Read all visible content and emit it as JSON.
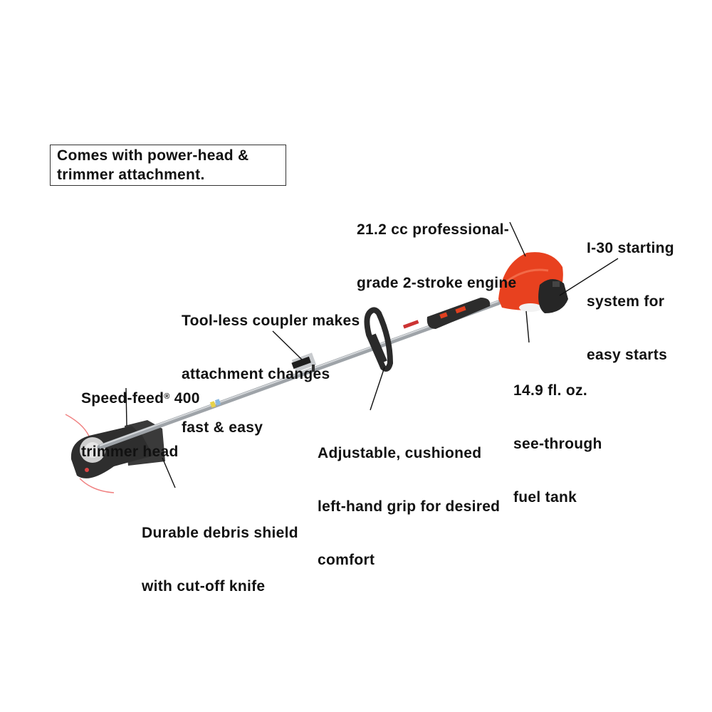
{
  "callout_box": {
    "line1": "Comes with power-head &",
    "line2": "trimmer attachment."
  },
  "features": {
    "engine": {
      "line1": "21.2 cc professional-",
      "line2": "grade 2-stroke engine"
    },
    "starting": {
      "line1": "I-30 starting",
      "line2": "system for",
      "line3": "easy starts"
    },
    "coupler": {
      "line1": "Tool-less coupler makes",
      "line2": "attachment changes",
      "line3": "fast & easy"
    },
    "trimmer_head": {
      "line1_pre": "Speed-feed",
      "line1_mark": "®",
      "line1_post": " 400",
      "line2": "trimmer head"
    },
    "fuel_tank": {
      "line1": "14.9 fl. oz.",
      "line2": "see-through",
      "line3": "fuel tank"
    },
    "grip": {
      "line1": "Adjustable, cushioned",
      "line2": "left-hand grip for desired",
      "line3": "comfort"
    },
    "shield": {
      "line1": "Durable debris shield",
      "line2": "with cut-off knife"
    }
  },
  "colors": {
    "engine_orange": "#e8411f",
    "shaft_gray": "#b8bcc0",
    "black_parts": "#2a2a2a",
    "text": "#111111"
  }
}
